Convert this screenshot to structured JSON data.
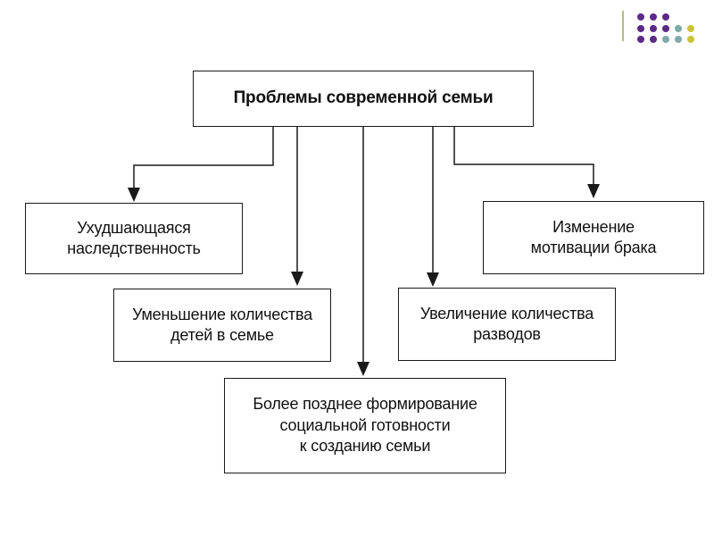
{
  "diagram": {
    "root": {
      "label": "Проблемы современной семьи"
    },
    "children": [
      {
        "id": "heredity",
        "label": "Ухудшающаяся\nнаследственность"
      },
      {
        "id": "children",
        "label": "Уменьшение количества\nдетей в семье"
      },
      {
        "id": "readiness",
        "label": "Более позднее формирование\nсоциальной готовности\nк созданию семьи"
      },
      {
        "id": "divorces",
        "label": "Увеличение количества\nразводов"
      },
      {
        "id": "motivation",
        "label": "Изменение\nмотивации брака"
      }
    ]
  },
  "decoration": {
    "dot_colors": [
      "#5b2a86",
      "#7fa8a8",
      "#c9c23a"
    ],
    "divider_color": "#9aa85a"
  }
}
